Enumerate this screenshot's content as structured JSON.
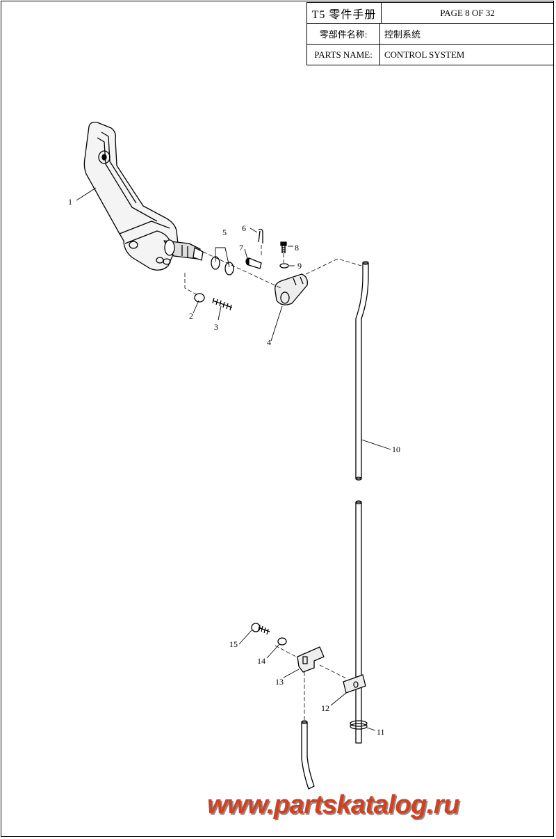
{
  "title_block": {
    "title": "T5 零件手册",
    "page": "PAGE 8 OF 32",
    "cn_name_label": "零部件名称:",
    "cn_name_value": "控制系统",
    "en_name_label": "PARTS NAME:",
    "en_name_value": "CONTROL SYSTEM"
  },
  "callouts": [
    "1",
    "2",
    "3",
    "4",
    "5",
    "6",
    "7",
    "8",
    "9",
    "10",
    "11",
    "12",
    "13",
    "14",
    "15"
  ],
  "watermark": "www.partskatalog.ru",
  "colors": {
    "line": "#000000",
    "watermark": "#d2401f",
    "watermark_shadow": "#8a8a8a"
  }
}
